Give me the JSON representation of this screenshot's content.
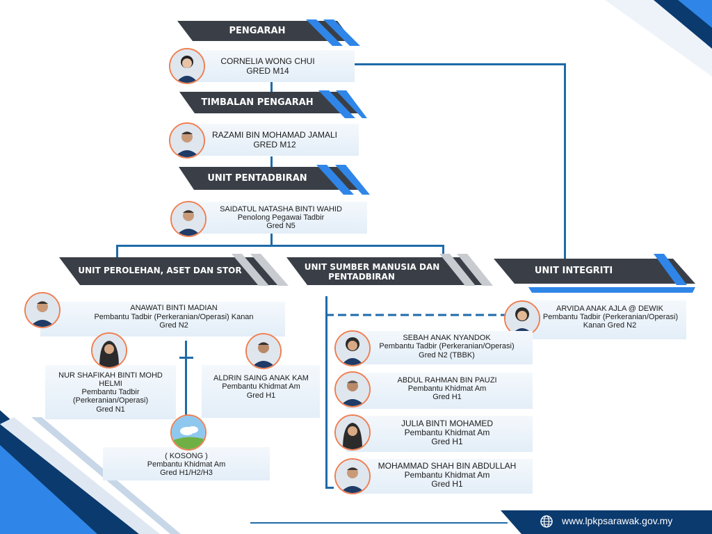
{
  "headers": {
    "pengarah": "PENGARAH",
    "timbalan": "TIMBALAN PENGARAH",
    "pentadbiran": "UNIT PENTADBIRAN",
    "perolehan": "UNIT PEROLEHAN, ASET DAN STOR",
    "sumber_line1": "UNIT SUMBER MANUSIA DAN",
    "sumber_line2": "PENTADBIRAN",
    "integriti": "UNIT INTEGRITI"
  },
  "staff": {
    "pengarah": {
      "name": "CORNELIA WONG CHUI",
      "grade": "GRED M14"
    },
    "timbalan": {
      "name": "RAZAMI BIN MOHAMAD JAMALI",
      "grade": "GRED M12"
    },
    "pentadbiran": {
      "name": "SAIDATUL NATASHA BINTI WAHID",
      "title": "Penolong Pegawai Tadbir",
      "grade": "Gred N5"
    },
    "anawati": {
      "name": "ANAWATI BINTI MADIAN",
      "title": "Pembantu Tadbir (Perkeranian/Operasi) Kanan",
      "grade": "Gred N2"
    },
    "nurshafikah": {
      "name1": "NUR SHAFIKAH BINTI MOHD",
      "name2": "HELMI",
      "title1": "Pembantu Tadbir",
      "title2": "(Perkeranian/Operasi)",
      "grade": "Gred N1"
    },
    "aldrin": {
      "name": "ALDRIN SAING ANAK KAM",
      "title": "Pembantu Khidmat Am",
      "grade": "Gred H1"
    },
    "kosong": {
      "name": "( KOSONG )",
      "title": "Pembantu Khidmat Am",
      "grade": "Gred H1/H2/H3"
    },
    "arvida": {
      "name": "ARVIDA ANAK AJLA @ DEWIK",
      "title": "Pembantu Tadbir (Perkeranian/Operasi)",
      "grade": "Kanan Gred N2"
    },
    "sebah": {
      "name": "SEBAH ANAK NYANDOK",
      "title": "Pembantu Tadbir (Perkeranian/Operasi)",
      "grade": "Gred N2 (TBBK)"
    },
    "abdulrahman": {
      "name": "ABDUL RAHMAN BIN PAUZI",
      "title": "Pembantu Khidmat Am",
      "grade": "Gred H1"
    },
    "julia": {
      "name": "JULIA BINTI MOHAMED",
      "title": "Pembantu Khidmat Am",
      "grade": "Gred H1"
    },
    "mohammad": {
      "name": "MOHAMMAD SHAH BIN ABDULLAH",
      "title": "Pembantu Khidmat Am",
      "grade": "Gred H1"
    }
  },
  "footer": {
    "url": "www.lpkpsarawak.gov.my",
    "icon": "globe-icon"
  },
  "colors": {
    "dark": "#3a3f47",
    "accent": "#2f86e8",
    "navy": "#0b3a6e",
    "line": "#1e6aa8",
    "photo_border": "#f07e50"
  }
}
